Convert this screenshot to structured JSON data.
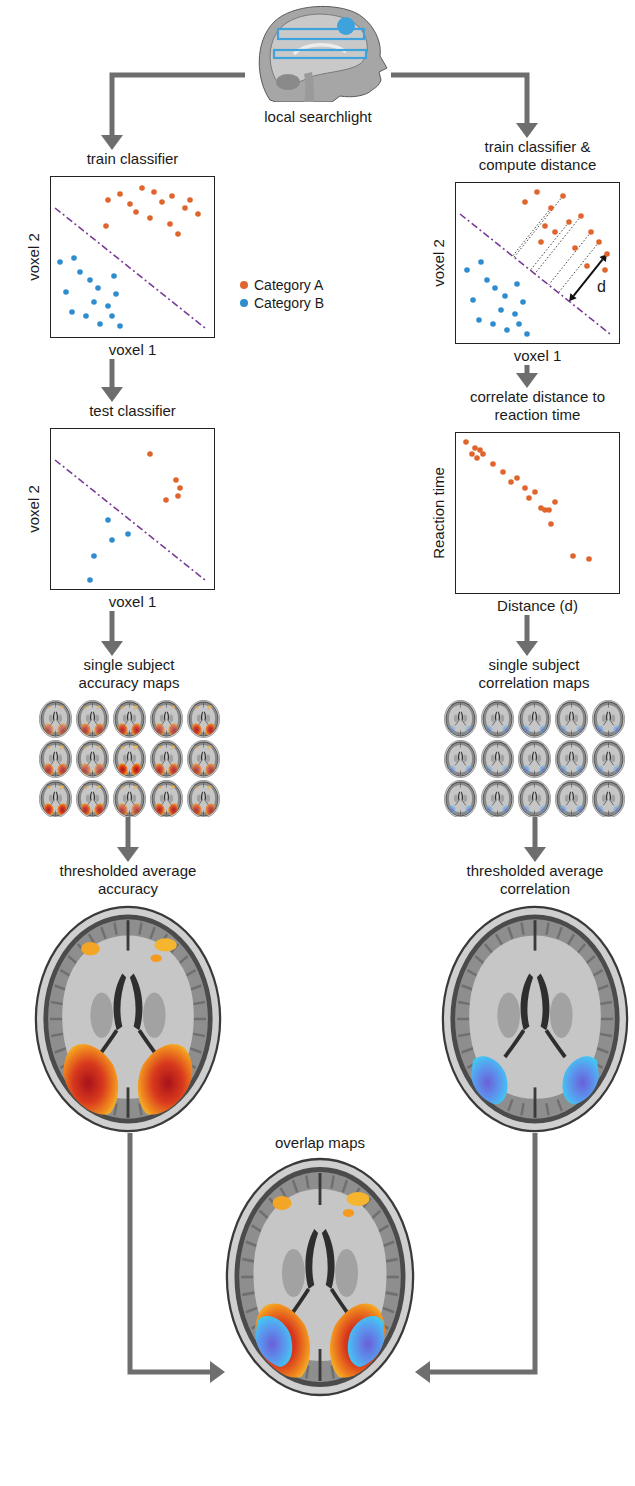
{
  "diagram": {
    "nodes": [
      {
        "text": [
          "local searchlight"
        ]
      },
      {
        "text": [
          "train classifier",
          "voxel 2",
          "voxel 1"
        ]
      },
      {
        "text": [
          "train classifier & compute distance",
          "voxel 2",
          "voxel 1"
        ]
      },
      {
        "text": [
          "test classifier",
          "voxel 2",
          "voxel 1"
        ]
      },
      {
        "text": [
          "correlate distance to reaction time",
          "Reaction time",
          "Distance (d)"
        ]
      },
      {
        "text": [
          "single subject accuracy maps"
        ]
      },
      {
        "text": [
          "single subject correlation maps"
        ]
      },
      {
        "text": [
          "thresholded average accuracy"
        ]
      },
      {
        "text": [
          "thresholded average correlation"
        ]
      },
      {
        "text": [
          "overlap maps"
        ]
      }
    ],
    "edges": [
      {
        "from": 0,
        "to": 1,
        "arrow": "to"
      },
      {
        "from": 0,
        "to": 2,
        "arrow": "to"
      },
      {
        "from": 1,
        "to": 3,
        "arrow": "to"
      },
      {
        "from": 2,
        "to": 4,
        "arrow": "to"
      },
      {
        "from": 3,
        "to": 5,
        "arrow": "to"
      },
      {
        "from": 4,
        "to": 6,
        "arrow": "to"
      },
      {
        "from": 5,
        "to": 7,
        "arrow": "to"
      },
      {
        "from": 6,
        "to": 8,
        "arrow": "to"
      },
      {
        "from": 7,
        "to": 9,
        "arrow": "to"
      },
      {
        "from": 8,
        "to": 9,
        "arrow": "to"
      }
    ],
    "labels": [
      "d"
    ],
    "legend": [
      {
        "text": "Category A",
        "color": "#e0652c"
      },
      {
        "text": "Category B",
        "color": "#2e8ccf"
      }
    ]
  }
}
